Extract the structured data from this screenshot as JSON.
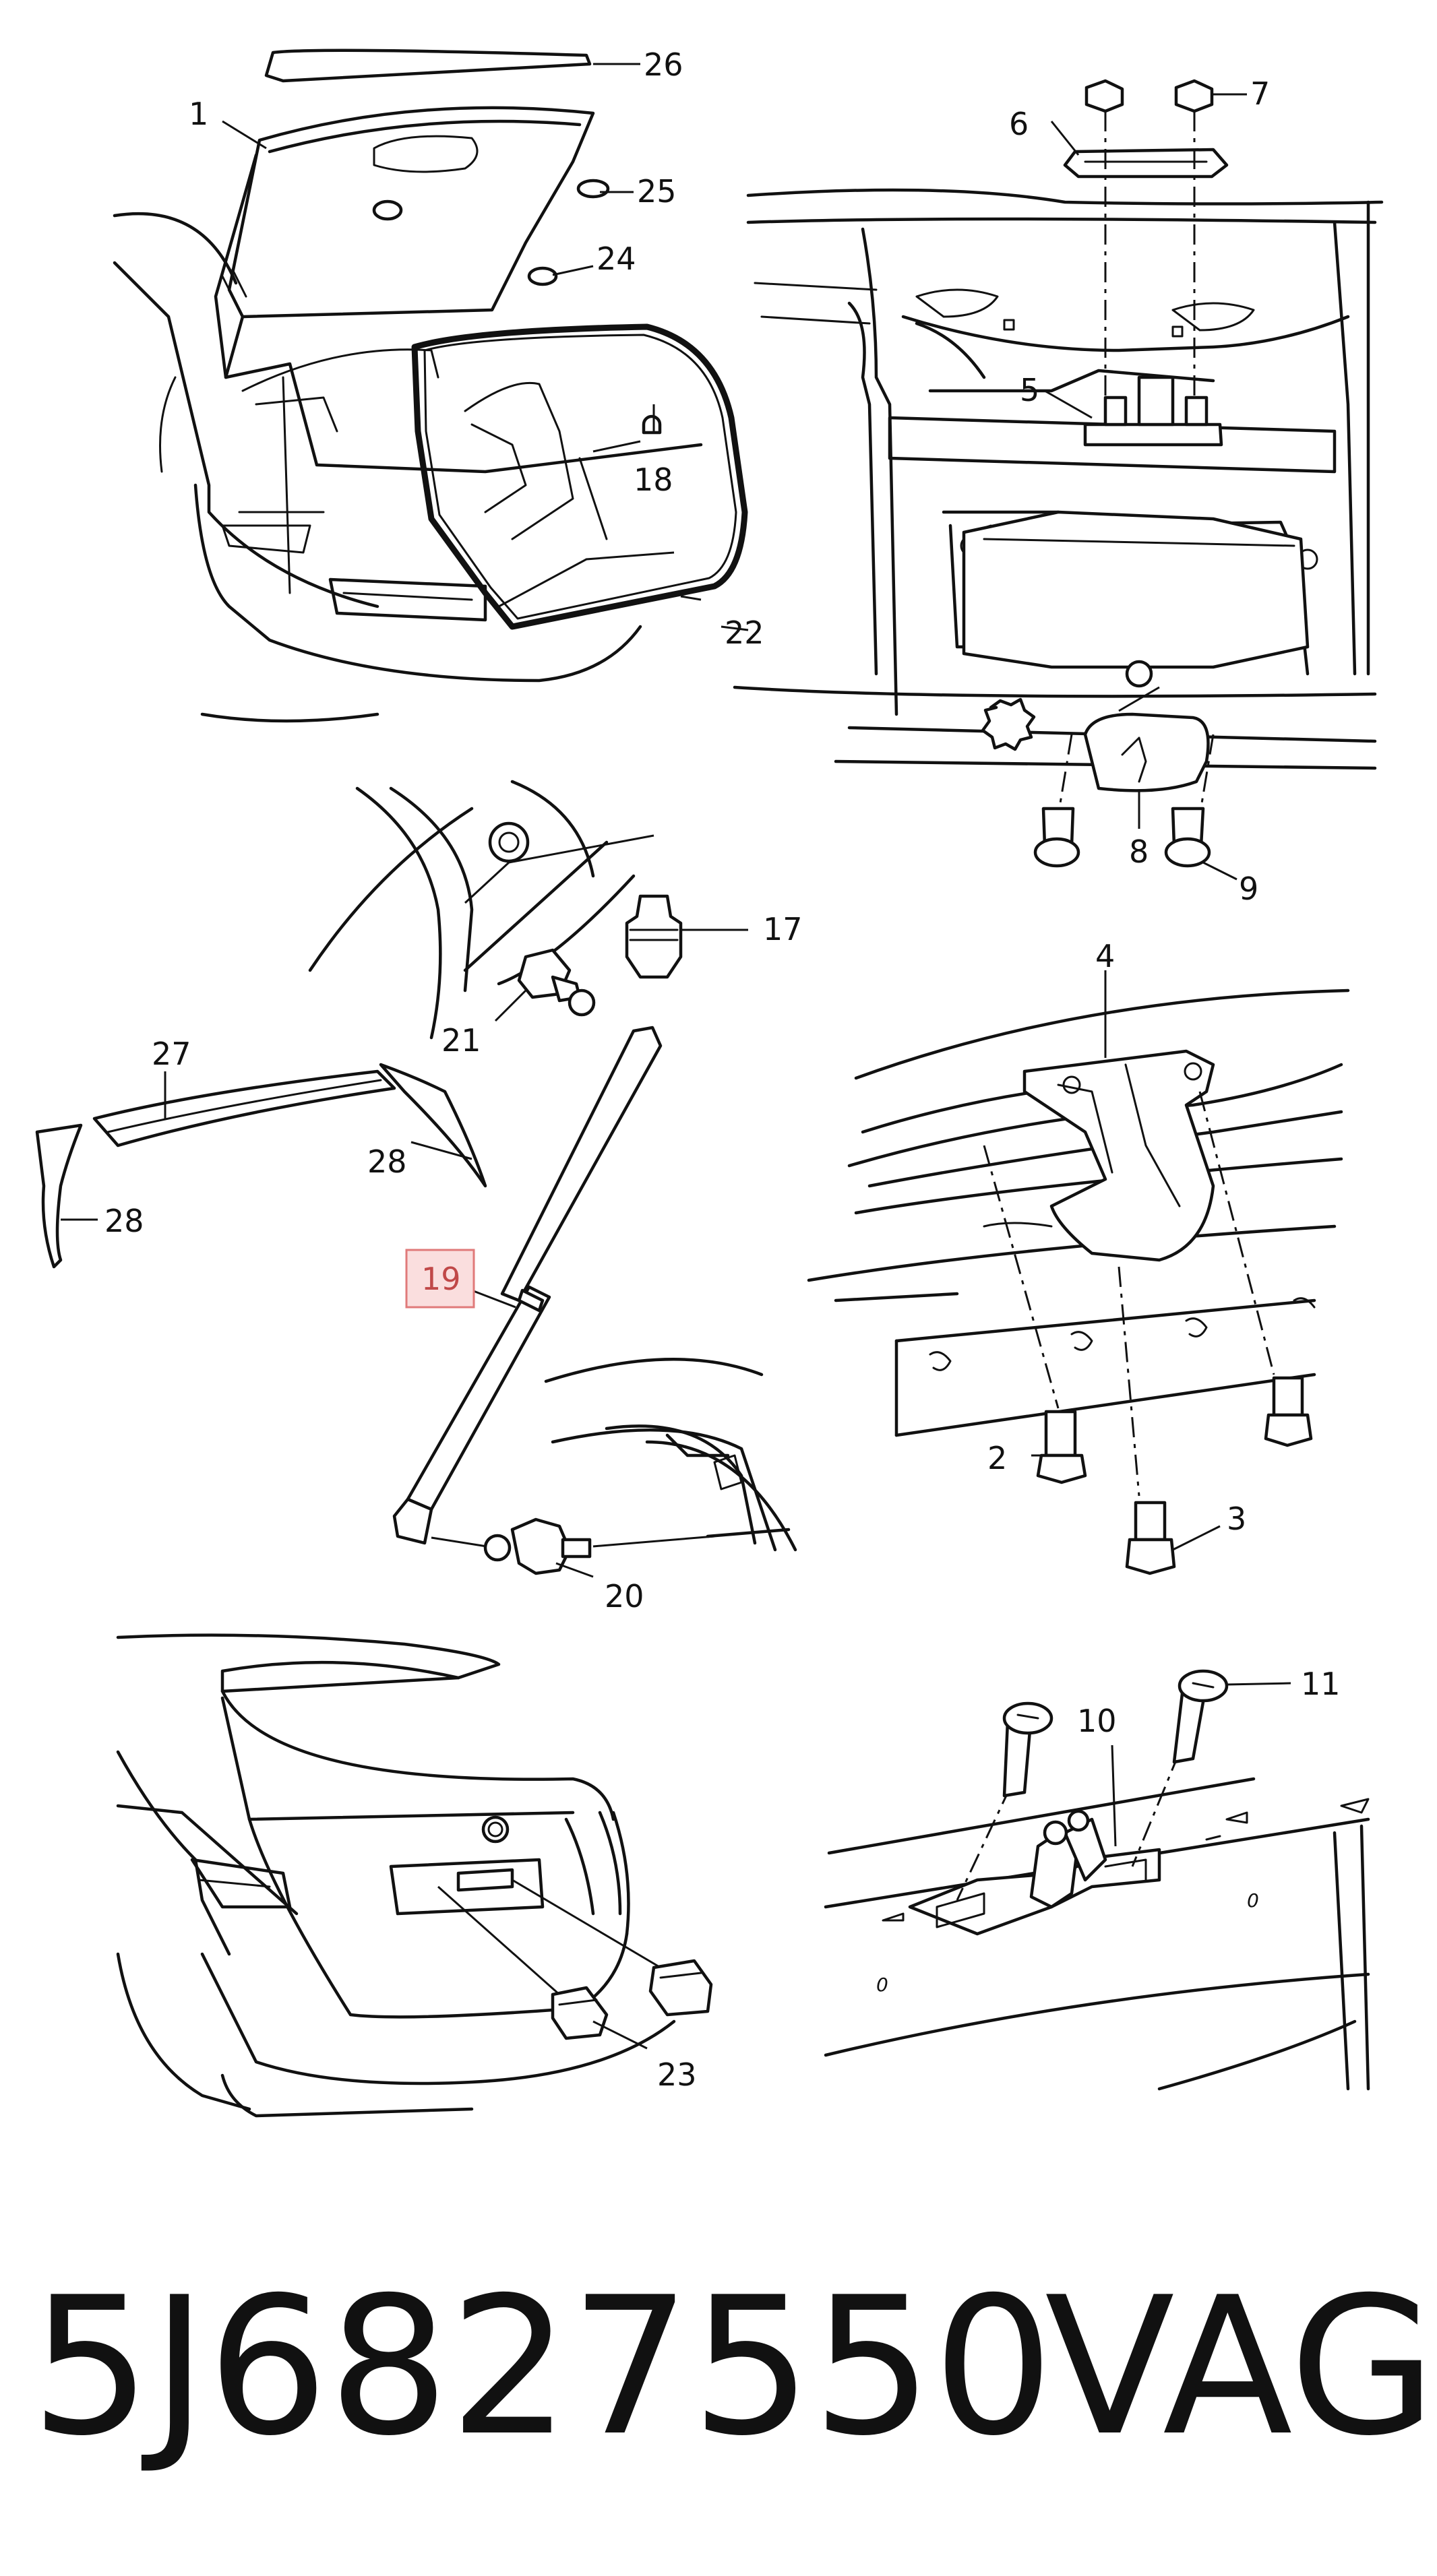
{
  "diagram": {
    "callouts": {
      "c1": "1",
      "c2": "2",
      "c3": "3",
      "c4": "4",
      "c5": "5",
      "c6": "6",
      "c7": "7",
      "c8": "8",
      "c9": "9",
      "c10": "10",
      "c11": "11",
      "c17": "17",
      "c18": "18",
      "c19": "19",
      "c20": "20",
      "c21": "21",
      "c22": "22",
      "c23": "23",
      "c24": "24",
      "c25": "25",
      "c26": "26",
      "c27": "27",
      "c28a": "28",
      "c28b": "28"
    },
    "highlighted_callout": "19",
    "highlight_color": "#fadede"
  },
  "footer": {
    "part_number": "5J6827550",
    "brand": "VAG"
  }
}
